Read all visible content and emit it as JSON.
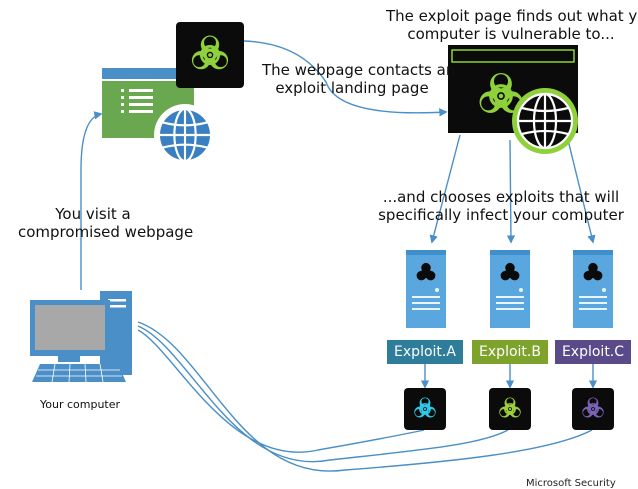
{
  "captions": {
    "visit_line1": "You visit a",
    "visit_line2": "compromised webpage",
    "contacts_line1": "The webpage contacts an",
    "contacts_line2": "exploit landing page",
    "finds_line1": "The exploit page finds out what your",
    "finds_line2": "computer is vulnerable to...",
    "chooses_line1": "...and chooses exploits that will",
    "chooses_line2": "specifically infect your computer",
    "your_computer": "Your computer"
  },
  "exploits": [
    {
      "label": "Exploit.A",
      "color": "#2e7d9a",
      "hazard_color": "#2fc9e8"
    },
    {
      "label": "Exploit.B",
      "color": "#7ea32c",
      "hazard_color": "#9ccf3a"
    },
    {
      "label": "Exploit.C",
      "color": "#5b4a8a",
      "hazard_color": "#7a62b5"
    }
  ],
  "footer": "Microsoft Security",
  "colors": {
    "arrow": "#4a8fc7",
    "webpage_green": "#6aa84f",
    "window_bar": "#4a8fc7",
    "globe": "#3a7fc1",
    "server": "#5aa7e0",
    "landing_hazard": "#8fd13a",
    "dark": "#0b0b0b"
  },
  "icons": [
    "hazard-icon",
    "webpage-icon",
    "globe-icon",
    "server-icon",
    "computer-icon"
  ]
}
